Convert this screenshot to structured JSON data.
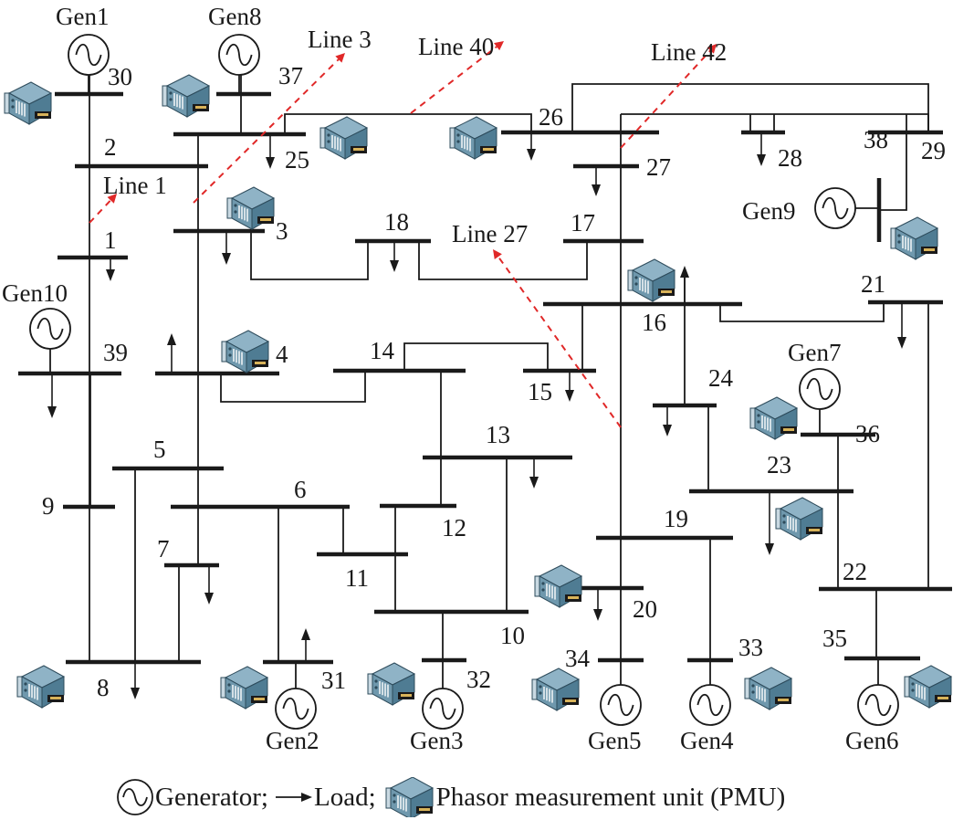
{
  "diagram": {
    "title": "IEEE 39-bus system with PMU placement",
    "colors": {
      "line": "#1a1a1a",
      "highlight": "#e02828",
      "pmu_body": "#4f7c93",
      "pmu_top": "#8fb3c6"
    },
    "buses": [
      {
        "id": "1",
        "label": "1"
      },
      {
        "id": "2",
        "label": "2"
      },
      {
        "id": "3",
        "label": "3"
      },
      {
        "id": "4",
        "label": "4"
      },
      {
        "id": "5",
        "label": "5"
      },
      {
        "id": "6",
        "label": "6"
      },
      {
        "id": "7",
        "label": "7"
      },
      {
        "id": "8",
        "label": "8"
      },
      {
        "id": "9",
        "label": "9"
      },
      {
        "id": "10",
        "label": "10"
      },
      {
        "id": "11",
        "label": "11"
      },
      {
        "id": "12",
        "label": "12"
      },
      {
        "id": "13",
        "label": "13"
      },
      {
        "id": "14",
        "label": "14"
      },
      {
        "id": "15",
        "label": "15"
      },
      {
        "id": "16",
        "label": "16"
      },
      {
        "id": "17",
        "label": "17"
      },
      {
        "id": "18",
        "label": "18"
      },
      {
        "id": "19",
        "label": "19"
      },
      {
        "id": "20",
        "label": "20"
      },
      {
        "id": "21",
        "label": "21"
      },
      {
        "id": "22",
        "label": "22"
      },
      {
        "id": "23",
        "label": "23"
      },
      {
        "id": "24",
        "label": "24"
      },
      {
        "id": "25",
        "label": "25"
      },
      {
        "id": "26",
        "label": "26"
      },
      {
        "id": "27",
        "label": "27"
      },
      {
        "id": "28",
        "label": "28"
      },
      {
        "id": "29",
        "label": "29"
      },
      {
        "id": "30",
        "label": "30"
      },
      {
        "id": "31",
        "label": "31"
      },
      {
        "id": "32",
        "label": "32"
      },
      {
        "id": "33",
        "label": "33"
      },
      {
        "id": "34",
        "label": "34"
      },
      {
        "id": "35",
        "label": "35"
      },
      {
        "id": "36",
        "label": "36"
      },
      {
        "id": "37",
        "label": "37"
      },
      {
        "id": "38",
        "label": "38"
      },
      {
        "id": "39",
        "label": "39"
      }
    ],
    "generators": [
      {
        "label": "Gen1",
        "bus": "30"
      },
      {
        "label": "Gen2",
        "bus": "31"
      },
      {
        "label": "Gen3",
        "bus": "32"
      },
      {
        "label": "Gen4",
        "bus": "33"
      },
      {
        "label": "Gen5",
        "bus": "34"
      },
      {
        "label": "Gen6",
        "bus": "35"
      },
      {
        "label": "Gen7",
        "bus": "36"
      },
      {
        "label": "Gen8",
        "bus": "37"
      },
      {
        "label": "Gen9",
        "bus": "38"
      },
      {
        "label": "Gen10",
        "bus": "39"
      }
    ],
    "highlighted_lines": [
      {
        "label": "Line 1",
        "from": "1",
        "to": "2"
      },
      {
        "label": "Line 3",
        "from": "2",
        "to": "3"
      },
      {
        "label": "Line 40",
        "from": "25",
        "to": "26"
      },
      {
        "label": "Line 42",
        "from": "26",
        "to": "27"
      },
      {
        "label": "Line 27",
        "from": "16",
        "to": "19"
      }
    ],
    "pmu_buses": [
      "30",
      "37",
      "25",
      "26",
      "3",
      "38",
      "16",
      "4",
      "36",
      "23",
      "20",
      "8",
      "31",
      "32",
      "34",
      "33",
      "35"
    ],
    "legend": {
      "generator": "Generator;",
      "load": "Load;",
      "pmu": "Phasor measurement unit (PMU)"
    }
  }
}
